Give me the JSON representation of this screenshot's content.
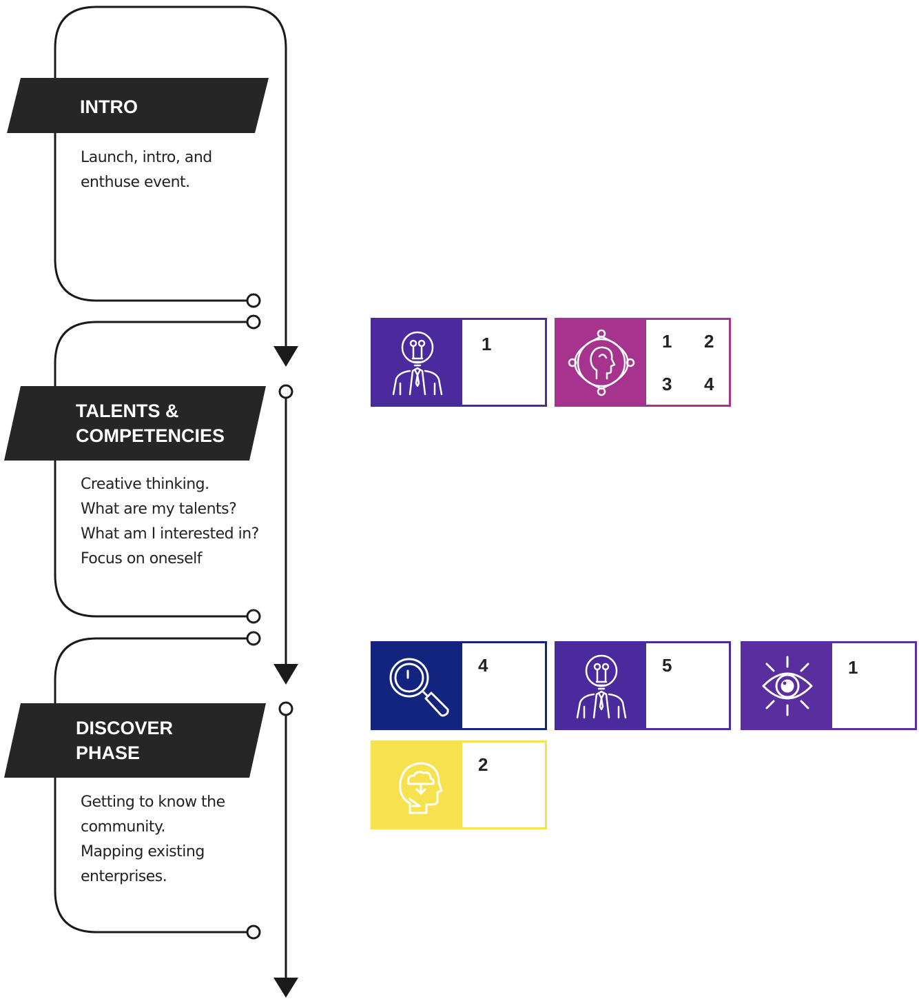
{
  "colors": {
    "banner": "#262626",
    "line": "#1a1a1a",
    "indigo": "#4a2a9c",
    "magenta": "#a6338e",
    "navy": "#13247e",
    "violet": "#5a2e9e",
    "yellow": "#f6e24e"
  },
  "phases": [
    {
      "title_lines": [
        "INTRO"
      ],
      "description_lines": [
        "Launch, intro, and",
        "enthuse event."
      ]
    },
    {
      "title_lines": [
        "TALENTS &",
        "COMPETENCIES"
      ],
      "description_lines": [
        "Creative thinking.",
        "What are my talents?",
        "What am I interested in?",
        "Focus on oneself"
      ]
    },
    {
      "title_lines": [
        "DISCOVER",
        "PHASE"
      ],
      "description_lines": [
        "Getting to know the",
        "community.",
        "Mapping existing",
        "enterprises."
      ]
    }
  ],
  "card_groups": [
    {
      "cards": [
        {
          "icon": "lightbulb-head-person-icon",
          "color": "#4a2a9c",
          "numbers": [
            "1"
          ]
        },
        {
          "icon": "head-orbit-icon",
          "color": "#a6338e",
          "numbers": [
            "1",
            "2",
            "3",
            "4"
          ]
        }
      ]
    },
    {
      "cards": [
        {
          "icon": "magnifier-icon",
          "color": "#13247e",
          "numbers": [
            "4"
          ]
        },
        {
          "icon": "lightbulb-head-person-icon",
          "color": "#4a2a9c",
          "numbers": [
            "5"
          ]
        },
        {
          "icon": "eye-icon",
          "color": "#5a2e9e",
          "numbers": [
            "1"
          ]
        },
        {
          "icon": "cloud-head-icon",
          "color": "#f6e24e",
          "numbers": [
            "2"
          ]
        }
      ]
    }
  ]
}
